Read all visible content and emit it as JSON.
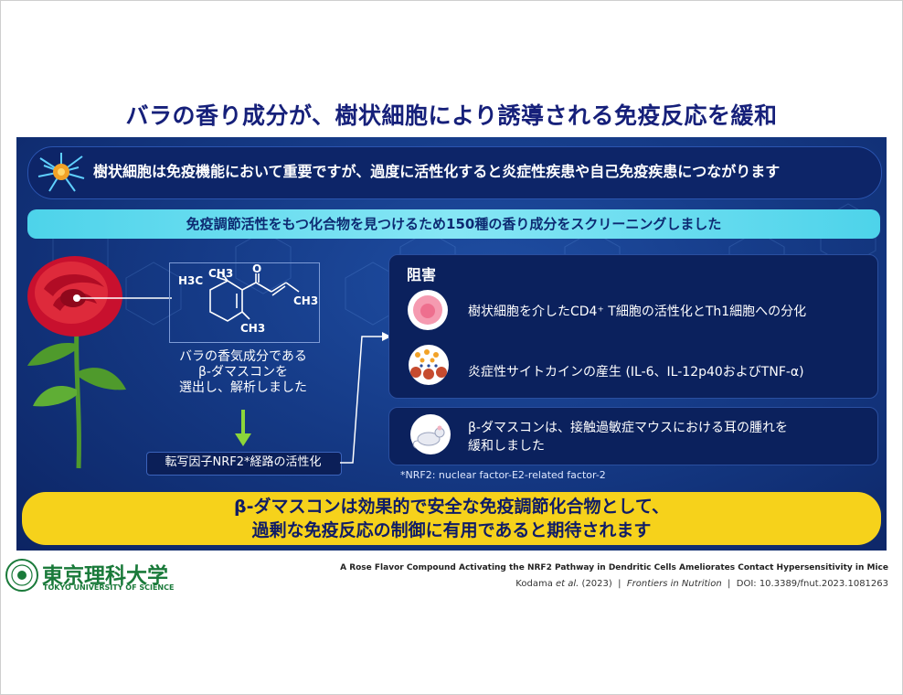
{
  "title": "バラの香り成分が、樹状細胞により誘導される免疫反応を緩和",
  "intro": "樹状細胞は免疫機能において重要ですが、過度に活性化すると炎症性疾患や自己免疫疾患につながります",
  "screening": "免疫調節活性をもつ化合物を見つけるため150種の香り成分をスクリーニングしました",
  "molecule": {
    "name_line1": "バラの香気成分である",
    "name_line2": "β-ダマスコンを",
    "name_line3": "選出し、解析しました",
    "labels": {
      "h3c": "H3C",
      "ch3_top": "CH3",
      "o": "O",
      "ch3_right": "CH3",
      "ch3_bottom": "CH3"
    }
  },
  "pathway": "転写因子NRF2*経路の活性化",
  "inhibition": {
    "title": "阻害",
    "item1": "樹状細胞を介したCD4⁺ T細胞の活性化とTh1細胞への分化",
    "item2": "炎症性サイトカインの産生 (IL-6、IL-12p40およびTNF-α)"
  },
  "mouse": {
    "line1": "β-ダマスコンは、接触過敏症マウスにおける耳の腫れを",
    "line2": "緩和しました"
  },
  "footnote": "*NRF2: nuclear factor-E2-related factor-2",
  "conclusion": {
    "line1": "β-ダマスコンは効果的で安全な免疫調節化合物として、",
    "line2": "過剰な免疫反応の制御に有用であると期待されます"
  },
  "logo": {
    "jp": "東京理科大学",
    "en": "TOKYO UNIVERSITY OF SCIENCE"
  },
  "citation": {
    "paper_title": "A Rose Flavor Compound Activating the NRF2 Pathway in Dendritic Cells Ameliorates Contact Hypersensitivity in Mice",
    "authors": "Kodama",
    "etal": "et al.",
    "year": "(2023)",
    "journal": "Frontiers in Nutrition",
    "doi": "DOI: 10.3389/fnut.2023.1081263",
    "sep": "|"
  },
  "colors": {
    "title": "#16207a",
    "panel": "#153a86",
    "accent_cyan": "#4dd3ea",
    "conclusion_bg": "#f6d21b",
    "logo_green": "#1a7a3a"
  }
}
